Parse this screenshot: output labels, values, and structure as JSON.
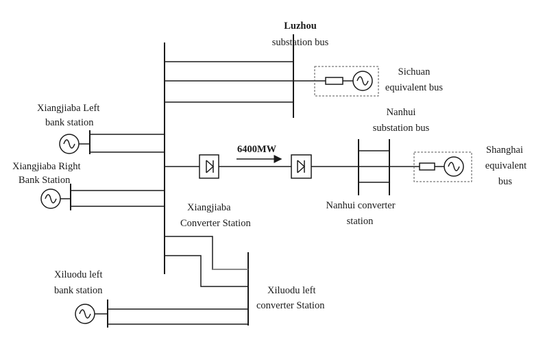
{
  "labels": {
    "luzhou": [
      "Luzhou",
      "substation bus"
    ],
    "sichuan": [
      "Sichuan",
      "equivalent bus"
    ],
    "nanhui_bus": [
      "Nanhui",
      "substation bus"
    ],
    "shanghai": [
      "Shanghai",
      "equivalent",
      "bus"
    ],
    "xjb_left": [
      "Xiangjiaba Left",
      "bank station"
    ],
    "xjb_right": [
      "Xiangjiaba Right",
      "Bank Station"
    ],
    "power_flow": "6400MW",
    "xjb_converter": [
      "Xiangjiaba",
      "Converter Station"
    ],
    "nanhui_converter": [
      "Nanhui converter",
      "station"
    ],
    "xld_left_bank": [
      "Xiluodu left",
      "bank station"
    ],
    "xld_converter": [
      "Xiluodu left",
      "converter Station"
    ]
  }
}
